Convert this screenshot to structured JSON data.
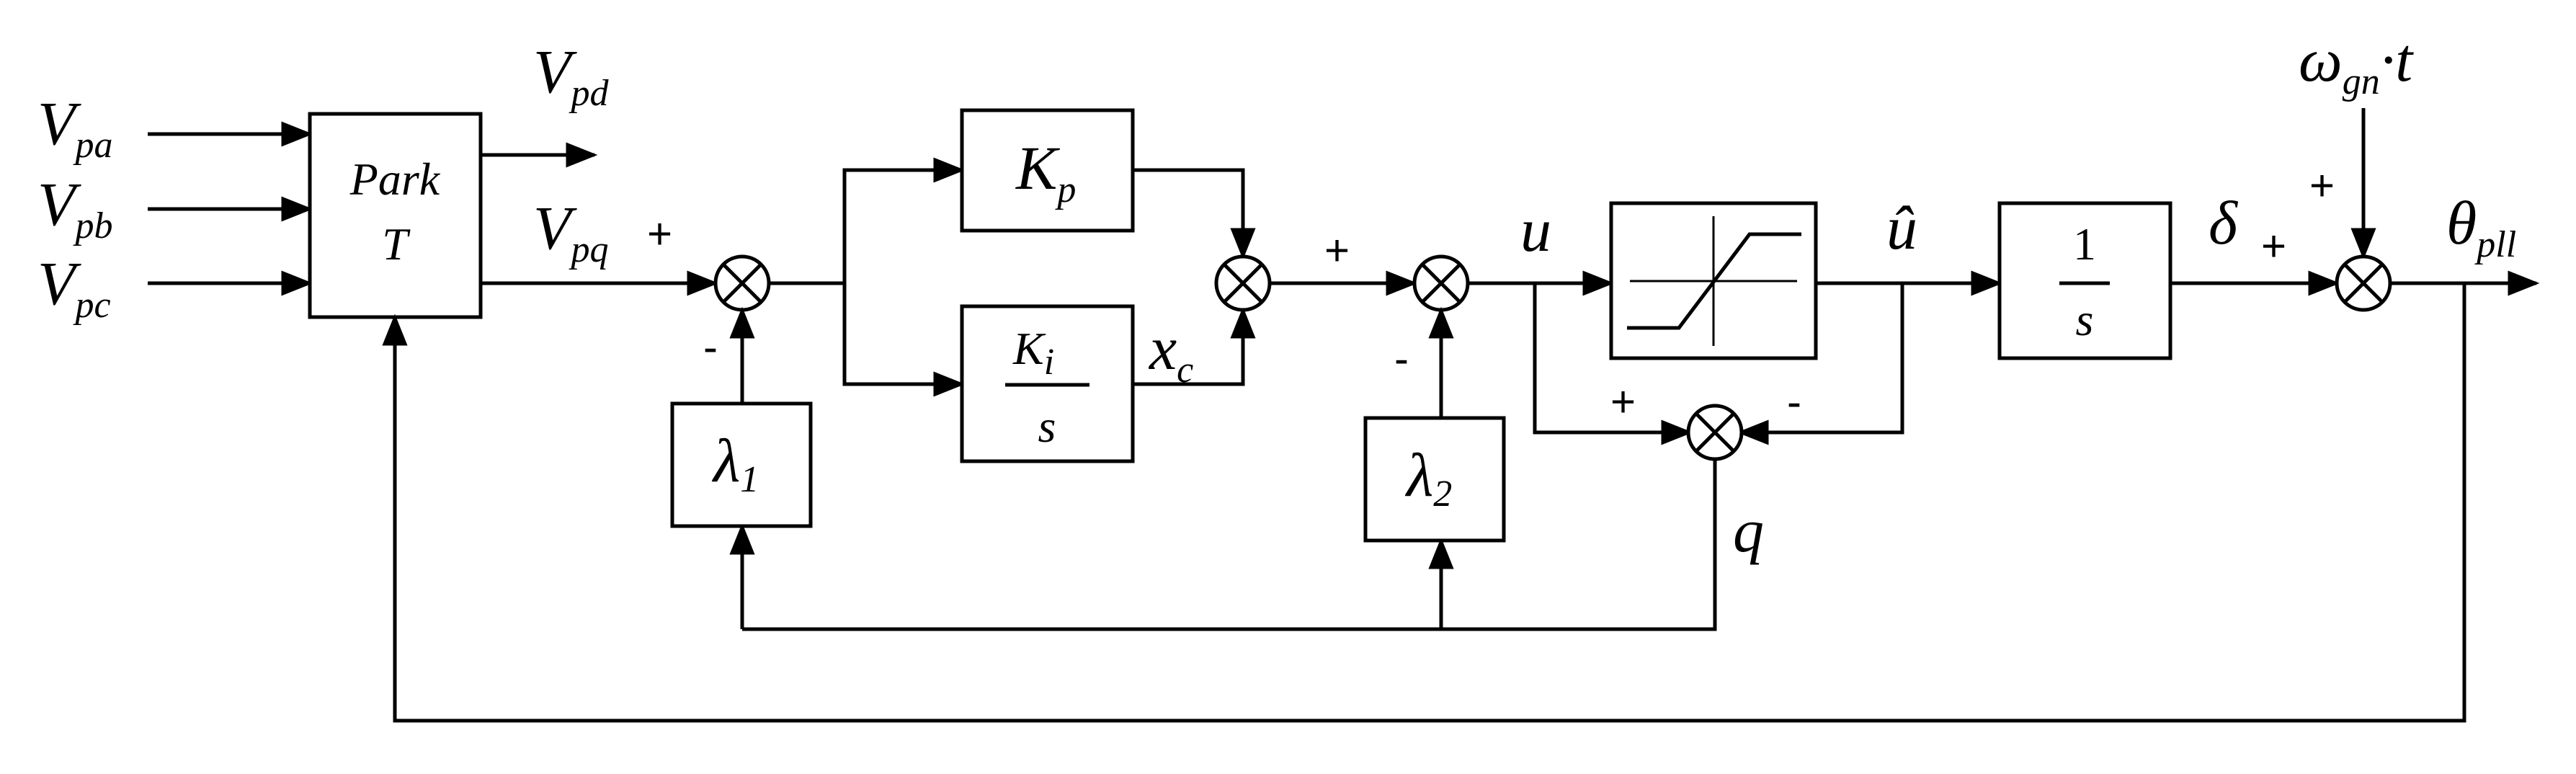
{
  "inputs": {
    "a": {
      "base": "V",
      "sub": "pa"
    },
    "b": {
      "base": "V",
      "sub": "pb"
    },
    "c": {
      "base": "V",
      "sub": "pc"
    }
  },
  "park": {
    "line1": "Park",
    "line2": "T"
  },
  "outputs": {
    "vpd": {
      "base": "V",
      "sub": "pd"
    },
    "vpq": {
      "base": "V",
      "sub": "pq"
    }
  },
  "kp": {
    "base": "K",
    "sub": "p"
  },
  "ki": {
    "num_base": "K",
    "num_sub": "i",
    "den": "s"
  },
  "xc": {
    "base": "x",
    "sub": "c"
  },
  "lambda1": {
    "base": "λ",
    "sub": "1"
  },
  "lambda2": {
    "base": "λ",
    "sub": "2"
  },
  "signals": {
    "u": "u",
    "u_hat": "û",
    "q": "q",
    "delta": "δ"
  },
  "integrator": {
    "num": "1",
    "den": "s"
  },
  "omega": {
    "base": "ω",
    "sub": "gn",
    "suffix": "·t"
  },
  "theta": {
    "base": "θ",
    "sub": "pll"
  },
  "signs": {
    "plus": "+",
    "minus": "-"
  }
}
